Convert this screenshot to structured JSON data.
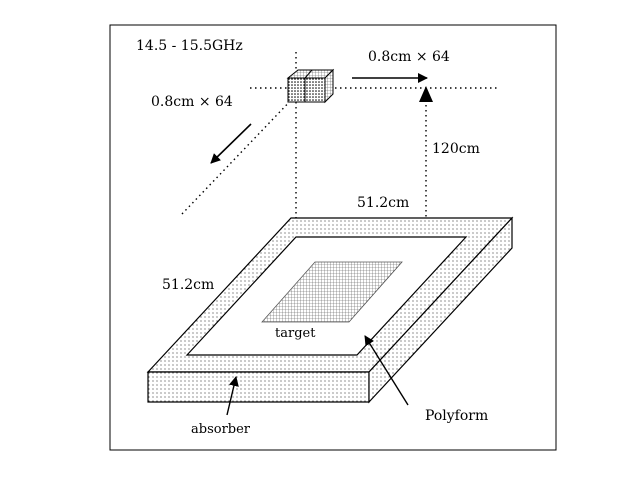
{
  "diagram": {
    "frequency_label": "14.5 - 15.5GHz",
    "scan_x_label": "0.8cm × 64",
    "scan_y_label": "0.8cm × 64",
    "height_label": "120cm",
    "width_label_top": "51.2cm",
    "width_label_side": "51.2cm",
    "target_label": "target",
    "polyform_label": "Polyform",
    "absorber_label": "absorber"
  },
  "icons": {
    "antenna": "antenna-horn-icon"
  }
}
